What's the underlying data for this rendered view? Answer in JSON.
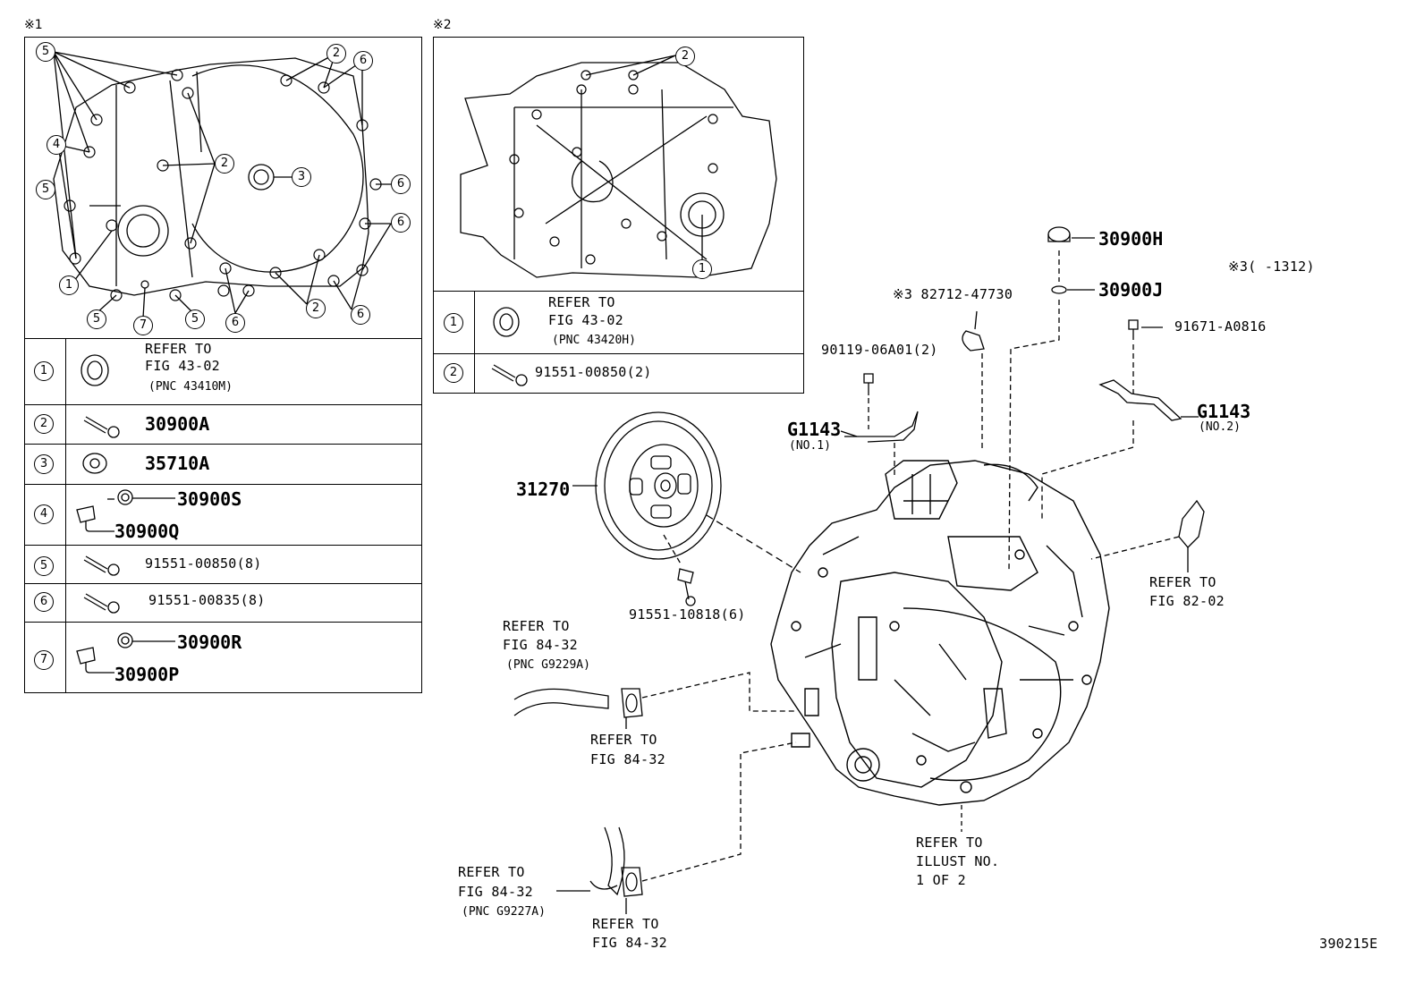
{
  "section1": {
    "mark": "※1",
    "callouts": [
      "5",
      "2",
      "6",
      "4",
      "2",
      "3",
      "6",
      "5",
      "6",
      "1",
      "5",
      "7",
      "5",
      "6",
      "2",
      "6"
    ],
    "rows": [
      {
        "num": "1",
        "refer": "REFER TO",
        "fig": "FIG 43-02",
        "pnc": "(PNC 43410M)"
      },
      {
        "num": "2",
        "part": "30900A"
      },
      {
        "num": "3",
        "part": "35710A"
      },
      {
        "num": "4",
        "part_a": "30900S",
        "part_b": "30900Q"
      },
      {
        "num": "5",
        "part": "91551-00850(8)"
      },
      {
        "num": "6",
        "part": "91551-00835(8)"
      },
      {
        "num": "7",
        "part_a": "30900R",
        "part_b": "30900P"
      }
    ]
  },
  "section2": {
    "mark": "※2",
    "callouts": [
      "2",
      "1"
    ],
    "rows": [
      {
        "num": "1",
        "refer": "REFER TO",
        "fig": "FIG 43-02",
        "pnc": "(PNC 43420H)"
      },
      {
        "num": "2",
        "part": "91551-00850(2)"
      }
    ]
  },
  "main": {
    "p30900H": "30900H",
    "p30900J": "30900J",
    "note3": "※3(      -1312)",
    "p82712": "※3 82712-47730",
    "p91671": "91671-A0816",
    "p90119": "90119-06A01(2)",
    "g1143_1": "G1143",
    "g1143_1_sub": "(NO.1)",
    "g1143_2": "G1143",
    "g1143_2_sub": "(NO.2)",
    "p31270": "31270",
    "p91551_10818": "91551-10818(6)",
    "refer_82_02": [
      "REFER TO",
      "FIG 82-02"
    ],
    "refer_hose1": [
      "REFER TO",
      "FIG 84-32",
      "(PNC G9229A)"
    ],
    "refer_clamp1": [
      "REFER TO",
      "FIG 84-32"
    ],
    "refer_hose2": [
      "REFER TO",
      "FIG 84-32",
      "(PNC G9227A)"
    ],
    "refer_clamp2": [
      "REFER TO",
      "FIG 84-32"
    ],
    "refer_illust": [
      "REFER TO",
      "ILLUST NO.",
      "1 OF 2"
    ]
  },
  "figure_id": "390215E"
}
